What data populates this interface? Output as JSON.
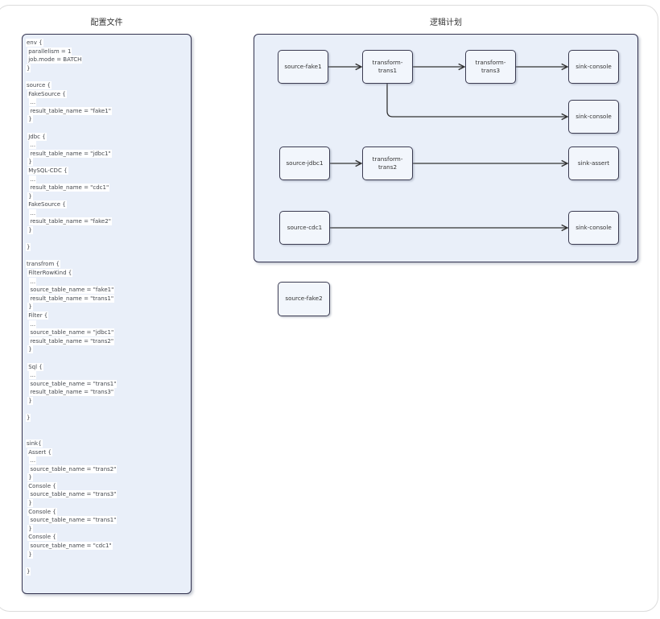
{
  "config": {
    "title": "配置文件",
    "lines": [
      "env {",
      " parallelism = 1",
      " job.mode = BATCH",
      "}",
      "",
      "source {",
      " FakeSource {",
      "  ...",
      "  result_table_name = \"fake1\"",
      " }",
      "",
      " Jdbc {",
      "  ...",
      "  result_table_name = \"jdbc1\"",
      " }",
      " MySQL-CDC {",
      "  ...",
      "  result_table_name = \"cdc1\"",
      " }",
      " FakeSource {",
      "  ...",
      "  result_table_name = \"fake2\"",
      " }",
      "",
      "}",
      "",
      "transfrom {",
      " FilterRowKind {",
      "  ...",
      "  source_table_name = \"fake1\"",
      "  result_table_name = \"trans1\"",
      " }",
      " Filter {",
      "  ...",
      "  source_table_name = \"jdbc1\"",
      "  result_table_name = \"trans2\"",
      " }",
      "",
      " Sql {",
      "  ...",
      "  source_table_name = \"trans1\"",
      "  result_table_name = \"trans3\"",
      " }",
      "",
      "}",
      "",
      "",
      "sink{",
      " Assert {",
      "  ...",
      "  source_table_name = \"trans2\"",
      " }",
      " Console {",
      "  source_table_name = \"trans3\"",
      " }",
      " Console {",
      "  source_table_name = \"trans1\"",
      " }",
      " Console {",
      "  source_table_name = \"cdc1\"",
      " }",
      "",
      "}"
    ]
  },
  "plan": {
    "title": "逻辑计划",
    "nodes": [
      {
        "id": "source-fake1",
        "label": "source-fake1"
      },
      {
        "id": "transform-trans1",
        "label": "transform-trans1"
      },
      {
        "id": "transform-trans3",
        "label": "transform-trans3"
      },
      {
        "id": "sink-console-1",
        "label": "sink-console"
      },
      {
        "id": "sink-console-2",
        "label": "sink-console"
      },
      {
        "id": "source-jdbc1",
        "label": "source-jdbc1"
      },
      {
        "id": "transform-trans2",
        "label": "transform-trans2"
      },
      {
        "id": "sink-assert",
        "label": "sink-assert"
      },
      {
        "id": "source-cdc1",
        "label": "source-cdc1"
      },
      {
        "id": "sink-console-3",
        "label": "sink-console"
      },
      {
        "id": "source-fake2",
        "label": "source-fake2"
      }
    ],
    "edges": [
      {
        "from": "source-fake1",
        "to": "transform-trans1"
      },
      {
        "from": "transform-trans1",
        "to": "transform-trans3"
      },
      {
        "from": "transform-trans3",
        "to": "sink-console-1"
      },
      {
        "from": "transform-trans1",
        "to": "sink-console-2"
      },
      {
        "from": "source-jdbc1",
        "to": "transform-trans2"
      },
      {
        "from": "transform-trans2",
        "to": "sink-assert"
      },
      {
        "from": "source-cdc1",
        "to": "sink-console-3"
      }
    ]
  },
  "colors": {
    "panel_fill": "#e9eff9",
    "node_fill": "#f2f6fc",
    "border": "#343450",
    "edge": "#333333",
    "card_border": "#dcdcdc"
  }
}
